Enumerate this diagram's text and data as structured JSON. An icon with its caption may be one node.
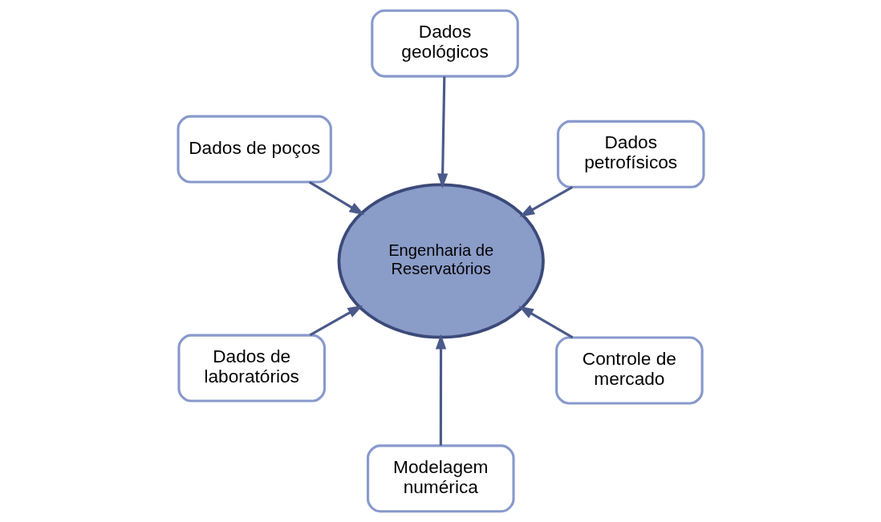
{
  "diagram": {
    "nodes": [
      {
        "text": [
          "Engenharia de Reservatórios"
        ]
      },
      {
        "text": [
          "Controle de mercado"
        ]
      },
      {
        "text": [
          "Modelagem numérica"
        ]
      },
      {
        "text": [
          "Dados de poços"
        ]
      },
      {
        "text": [
          "Dados petrofísicos"
        ]
      },
      {
        "text": [
          "Dados geológicos"
        ]
      },
      {
        "text": [
          "Dados de laboratórios"
        ]
      }
    ],
    "edges": [
      {
        "from": 1,
        "to": 0,
        "arrow": "to"
      },
      {
        "from": 2,
        "to": 0,
        "arrow": "to"
      },
      {
        "from": 3,
        "to": 0,
        "arrow": "to"
      },
      {
        "from": 4,
        "to": 0,
        "arrow": "to"
      },
      {
        "from": 5,
        "to": 0,
        "arrow": "to"
      },
      {
        "from": 6,
        "to": 0,
        "arrow": "to"
      }
    ]
  }
}
